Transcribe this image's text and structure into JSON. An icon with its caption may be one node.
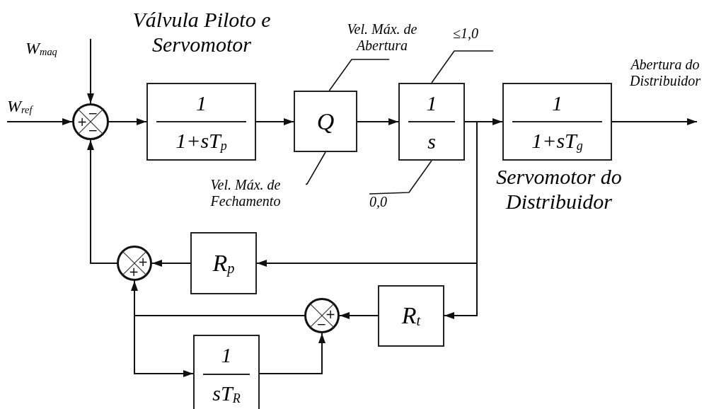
{
  "diagram": {
    "nodes": [
      {
        "text": [
          "W$_{maq}$"
        ]
      },
      {
        "text": [
          "W$_{ref}$"
        ]
      },
      {
        "text": [
          "−",
          "+",
          "−"
        ]
      },
      {
        "text": [
          "1",
          "1+sT$_{p}$"
        ],
        "beside": [
          "Válvula Piloto e Servomotor"
        ]
      },
      {
        "text": [
          "Q"
        ]
      },
      {
        "text": [
          "1",
          "s"
        ]
      },
      {
        "text": [
          "1",
          "1+sT$_{g}$"
        ],
        "beside": [
          "Servomotor do Distribuidor"
        ]
      },
      {
        "text": [
          "Abertura do Distribuidor"
        ]
      },
      {
        "text": [
          "+",
          "+"
        ]
      },
      {
        "text": [
          "R$_{p}$"
        ]
      },
      {
        "text": [
          "+",
          "−"
        ]
      },
      {
        "text": [
          "R$_{t}$"
        ]
      },
      {
        "text": [
          "1",
          "sT$_{R}$"
        ]
      },
      {
        "text": [
          "Vel. Máx. de Abertura"
        ]
      },
      {
        "text": [
          "Vel. Máx. de Fechamento"
        ]
      },
      {
        "text": [
          "≤1,0"
        ]
      },
      {
        "text": [
          "0,0"
        ]
      }
    ],
    "edges": [
      {
        "from": 0,
        "to": 2,
        "arrow": "to"
      },
      {
        "from": 1,
        "to": 2,
        "arrow": "to"
      },
      {
        "from": 2,
        "to": 3,
        "arrow": "to"
      },
      {
        "from": 3,
        "to": 4,
        "arrow": "to"
      },
      {
        "from": 4,
        "to": 5,
        "arrow": "to"
      },
      {
        "from": 5,
        "to": 6,
        "arrow": "to"
      },
      {
        "from": 6,
        "to": 7,
        "arrow": "to"
      },
      {
        "from": 5,
        "to": 9,
        "arrow": "to"
      },
      {
        "from": 5,
        "to": 11,
        "arrow": "to"
      },
      {
        "from": 9,
        "to": 8,
        "arrow": "to"
      },
      {
        "from": 11,
        "to": 10,
        "arrow": "to"
      },
      {
        "from": 8,
        "to": 2,
        "arrow": "to"
      },
      {
        "from": 10,
        "to": 8,
        "arrow": "to"
      },
      {
        "from": 10,
        "to": 12,
        "arrow": "to"
      },
      {
        "from": 12,
        "to": 10,
        "arrow": "to"
      },
      {
        "from": 13,
        "to": 4,
        "arrow": "none"
      },
      {
        "from": 14,
        "to": 4,
        "arrow": "none"
      },
      {
        "from": 15,
        "to": 5,
        "arrow": "none"
      },
      {
        "from": 16,
        "to": 5,
        "arrow": "none"
      }
    ]
  }
}
